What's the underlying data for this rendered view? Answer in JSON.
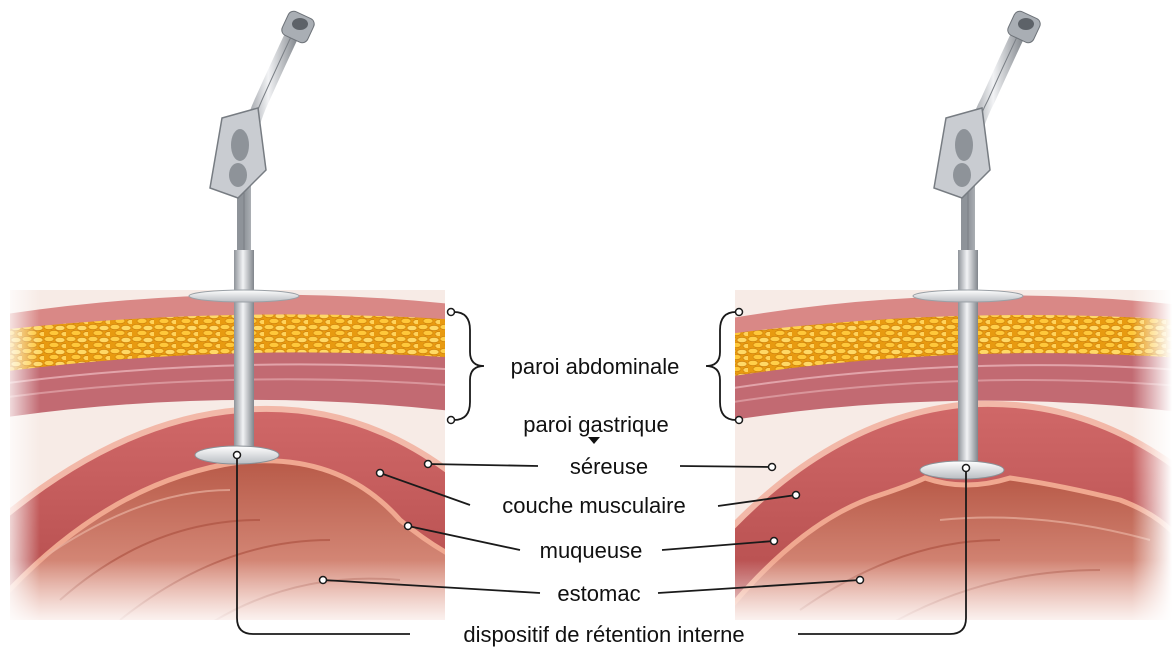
{
  "labels": {
    "abdominal_wall": "paroi abdominale",
    "gastric_wall": "paroi gastrique",
    "serosa": "séreuse",
    "muscular_layer": "couche musculaire",
    "mucosa": "muqueuse",
    "stomach": "estomac",
    "internal_retention_device": "dispositif de rétention interne"
  },
  "colors": {
    "fat": "#f0a818",
    "fat_globule": "#ffd55a",
    "skin": "#d47a78",
    "muscle_wall": "#c45050",
    "stomach_interior": "#c96a58",
    "tube": "#c8cbd0",
    "leader_line": "#1a1a1a"
  }
}
